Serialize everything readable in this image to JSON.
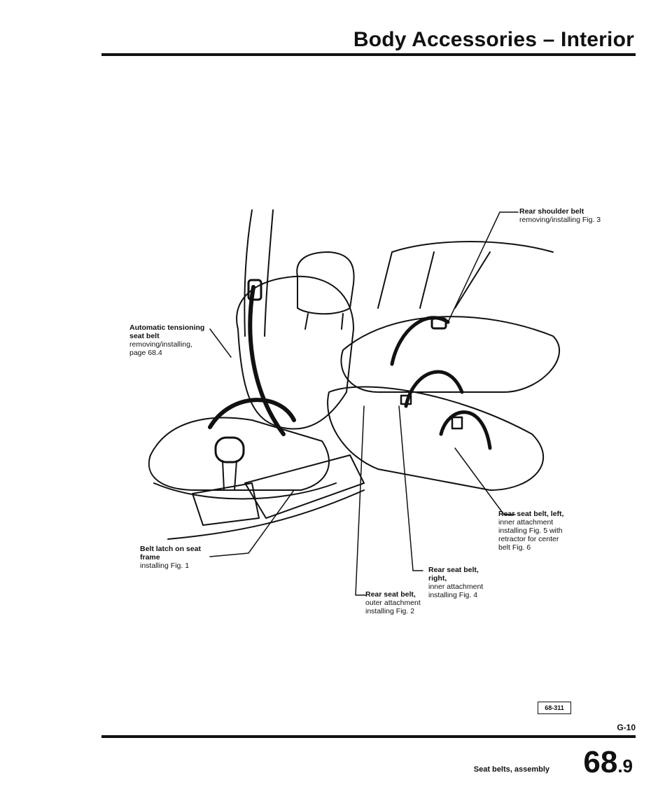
{
  "header": {
    "title": "Body Accessories – Interior"
  },
  "callouts": [
    {
      "title": "Rear shoulder belt",
      "sub": "removing/installing Fig. 3"
    },
    {
      "title": "Automatic tensioning seat belt",
      "sub": "removing/installing, page 68.4"
    },
    {
      "title": "Belt latch on seat frame",
      "sub": "installing Fig. 1"
    },
    {
      "title": "Rear seat belt,",
      "sub": "outer attachment installing Fig. 2"
    },
    {
      "title": "Rear seat belt, right,",
      "sub": "inner attachment installing Fig. 4"
    },
    {
      "title": "Rear seat belt, left,",
      "sub": "inner attachment installing Fig. 5 with retractor for center belt Fig. 6"
    }
  ],
  "figure": {
    "ref": "68-311",
    "code": "G-10"
  },
  "footer": {
    "label": "Seat belts, assembly",
    "page_major": "68",
    "page_minor": ".9"
  }
}
